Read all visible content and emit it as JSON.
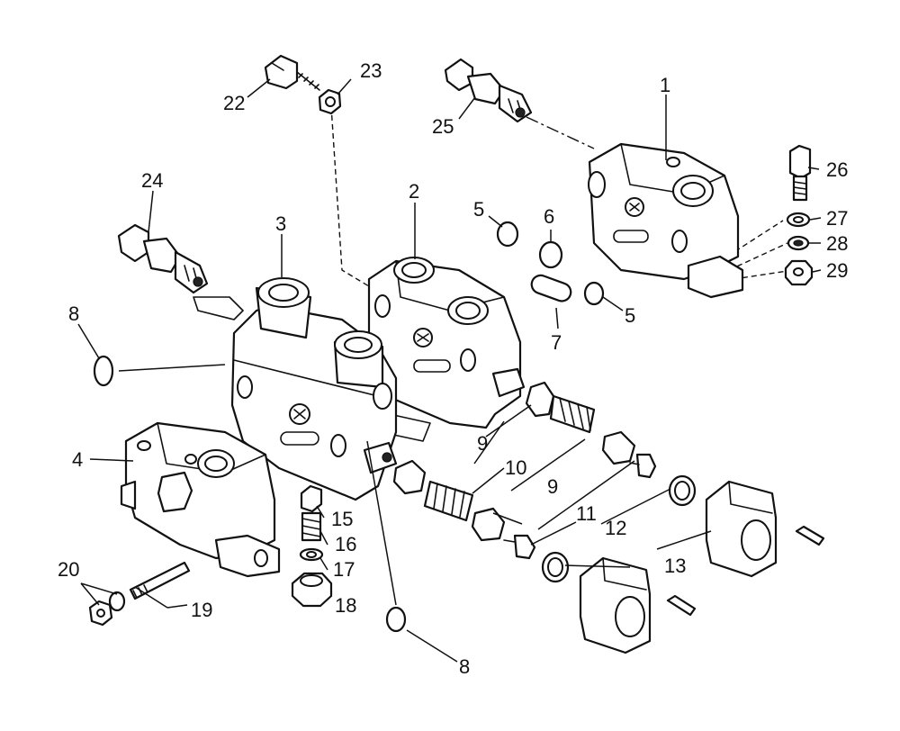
{
  "callouts": [
    {
      "id": "c1",
      "text": "1"
    },
    {
      "id": "c2",
      "text": "2"
    },
    {
      "id": "c3",
      "text": "3"
    },
    {
      "id": "c4",
      "text": "4"
    },
    {
      "id": "c5a",
      "text": "5"
    },
    {
      "id": "c5b",
      "text": "5"
    },
    {
      "id": "c6",
      "text": "6"
    },
    {
      "id": "c7",
      "text": "7"
    },
    {
      "id": "c8a",
      "text": "8"
    },
    {
      "id": "c8b",
      "text": "8"
    },
    {
      "id": "c9a",
      "text": "9"
    },
    {
      "id": "c9b",
      "text": "9"
    },
    {
      "id": "c10",
      "text": "10"
    },
    {
      "id": "c11",
      "text": "11"
    },
    {
      "id": "c12",
      "text": "12"
    },
    {
      "id": "c13",
      "text": "13"
    },
    {
      "id": "c15",
      "text": "15"
    },
    {
      "id": "c16",
      "text": "16"
    },
    {
      "id": "c17",
      "text": "17"
    },
    {
      "id": "c18",
      "text": "18"
    },
    {
      "id": "c19",
      "text": "19"
    },
    {
      "id": "c20",
      "text": "20"
    },
    {
      "id": "c22",
      "text": "22"
    },
    {
      "id": "c23",
      "text": "23"
    },
    {
      "id": "c24",
      "text": "24"
    },
    {
      "id": "c25",
      "text": "25"
    },
    {
      "id": "c26",
      "text": "26"
    },
    {
      "id": "c27",
      "text": "27"
    },
    {
      "id": "c28",
      "text": "28"
    },
    {
      "id": "c29",
      "text": "29"
    }
  ]
}
